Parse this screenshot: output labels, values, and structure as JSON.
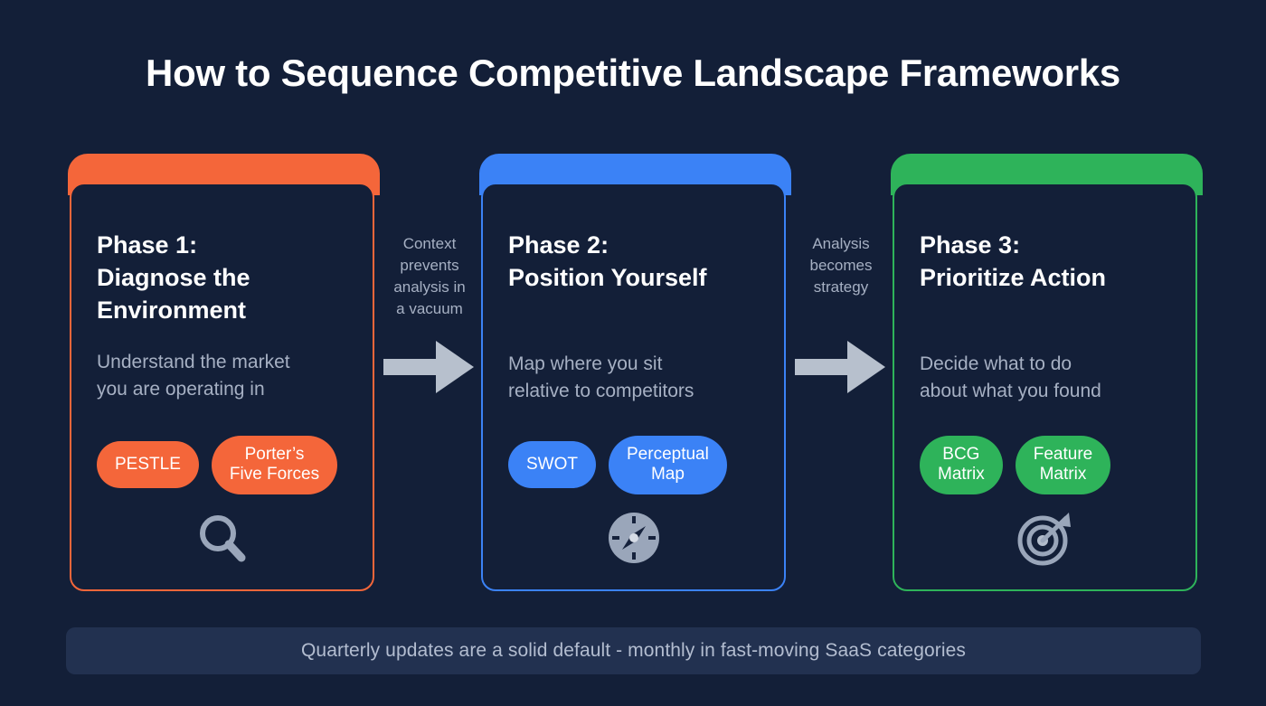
{
  "title": "How to Sequence Competitive Landscape Frameworks",
  "colors": {
    "background": "#131f38",
    "phase1": "#f4663a",
    "phase2": "#3b82f6",
    "phase3": "#2eb35a",
    "heading_text": "#ffffff",
    "body_text": "#a6b0c3",
    "icon": "#9aa6ba",
    "arrow": "#b7c0cd",
    "footer_background": "#223150",
    "footer_text": "#b3bdd0"
  },
  "phases": [
    {
      "heading": "Phase 1:\nDiagnose the\nEnvironment",
      "description": "Understand the market\nyou are operating in",
      "pills": [
        "PESTLE",
        "Porter’s\nFive Forces"
      ],
      "icon": "magnifier-icon",
      "accent": "#f4663a"
    },
    {
      "heading": "Phase 2:\nPosition Yourself",
      "description": "Map where you sit\nrelative to competitors",
      "pills": [
        "SWOT",
        "Perceptual\nMap"
      ],
      "icon": "compass-icon",
      "accent": "#3b82f6"
    },
    {
      "heading": "Phase 3:\nPrioritize Action",
      "description": "Decide what to do\nabout what you found",
      "pills": [
        "BCG\nMatrix",
        "Feature\nMatrix"
      ],
      "icon": "target-icon",
      "accent": "#2eb35a"
    }
  ],
  "connectors": [
    {
      "label": "Context\nprevents\nanalysis in\na vacuum"
    },
    {
      "label": "Analysis\nbecomes\nstrategy"
    }
  ],
  "footer": {
    "note": "Quarterly updates are a solid default - monthly in fast-moving SaaS categories"
  }
}
